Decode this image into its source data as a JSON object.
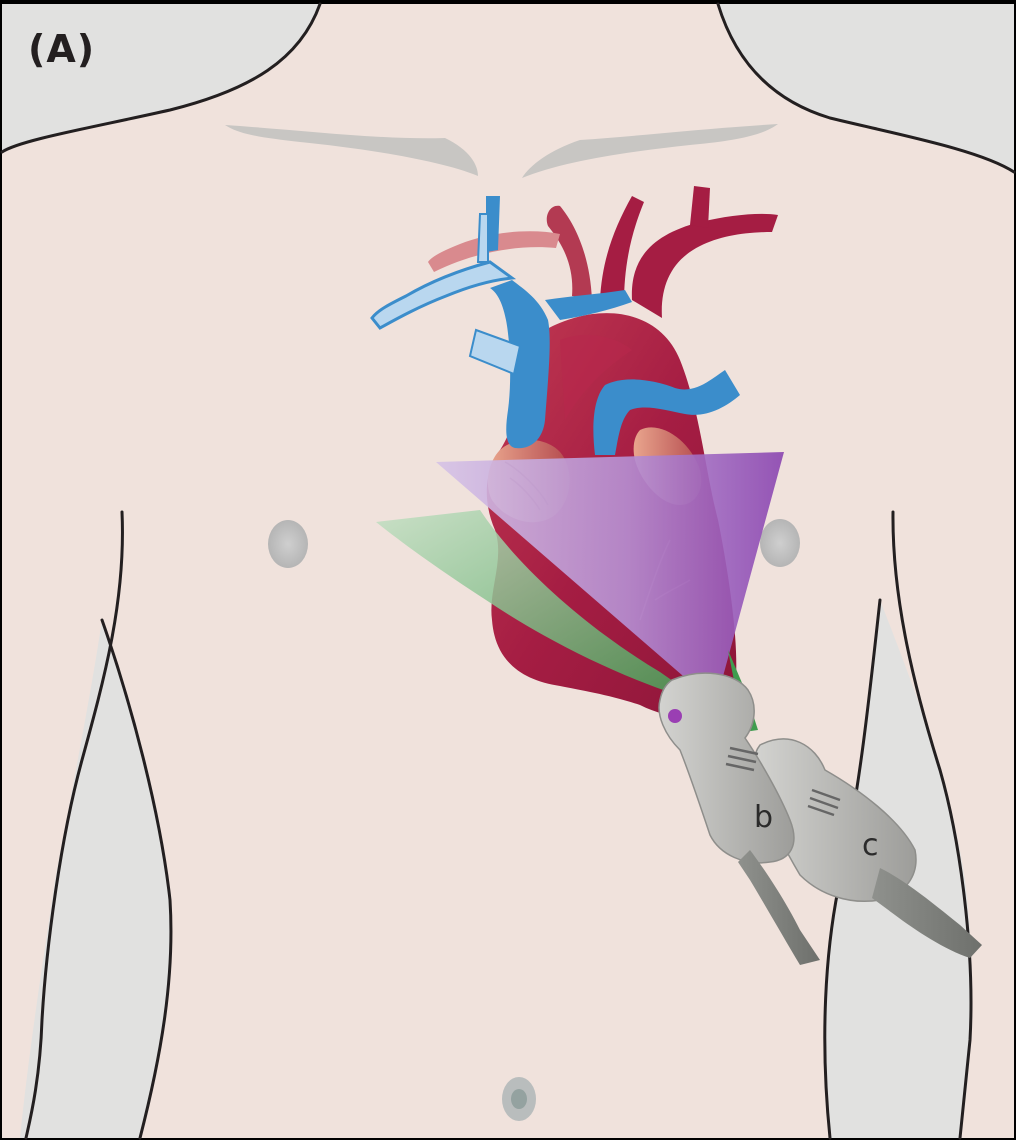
{
  "panel_label": "(A)",
  "probe_labels": {
    "b": "b",
    "c": "c"
  },
  "colors": {
    "skin": "#f0e2dc",
    "background": "#e1e1e0",
    "outline": "#231f20",
    "heart": "#a51d43",
    "vein": "#3b8dcb",
    "purple_plane": "#a86fc7",
    "green_plane": "#5aa86a",
    "probe": "#b7b7b4"
  },
  "icons": {
    "heart": "heart-icon",
    "probe": "ultrasound-probe-icon"
  }
}
